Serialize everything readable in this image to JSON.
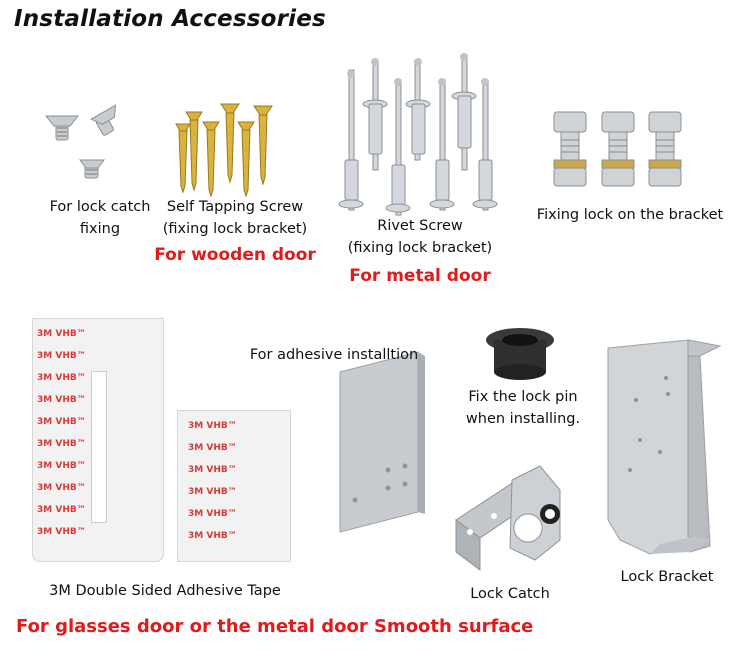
{
  "title": "Installation Accessories",
  "items": {
    "lock_catch_screws": {
      "label": "For lock catch fixing"
    },
    "self_tapping": {
      "label_1": "Self Tapping Screw",
      "label_2": "(fixing lock bracket)",
      "door_note": "For wooden door"
    },
    "rivet": {
      "label_1": "Rivet Screw",
      "label_2": "(fixing lock bracket)",
      "door_note": "For metal door"
    },
    "bolts": {
      "label": "Fixing lock on the bracket"
    },
    "tape": {
      "label": "3M Double Sided Adhesive Tape",
      "print": "3M VHB™"
    },
    "plate": {
      "label": "For adhesive installtion"
    },
    "bushing": {
      "label_1": "Fix the lock pin",
      "label_2": "when installing."
    },
    "catch": {
      "label": "Lock Catch"
    },
    "bracket": {
      "label": "Lock Bracket"
    }
  },
  "footer_note": "For glasses door or the metal door Smooth surface"
}
